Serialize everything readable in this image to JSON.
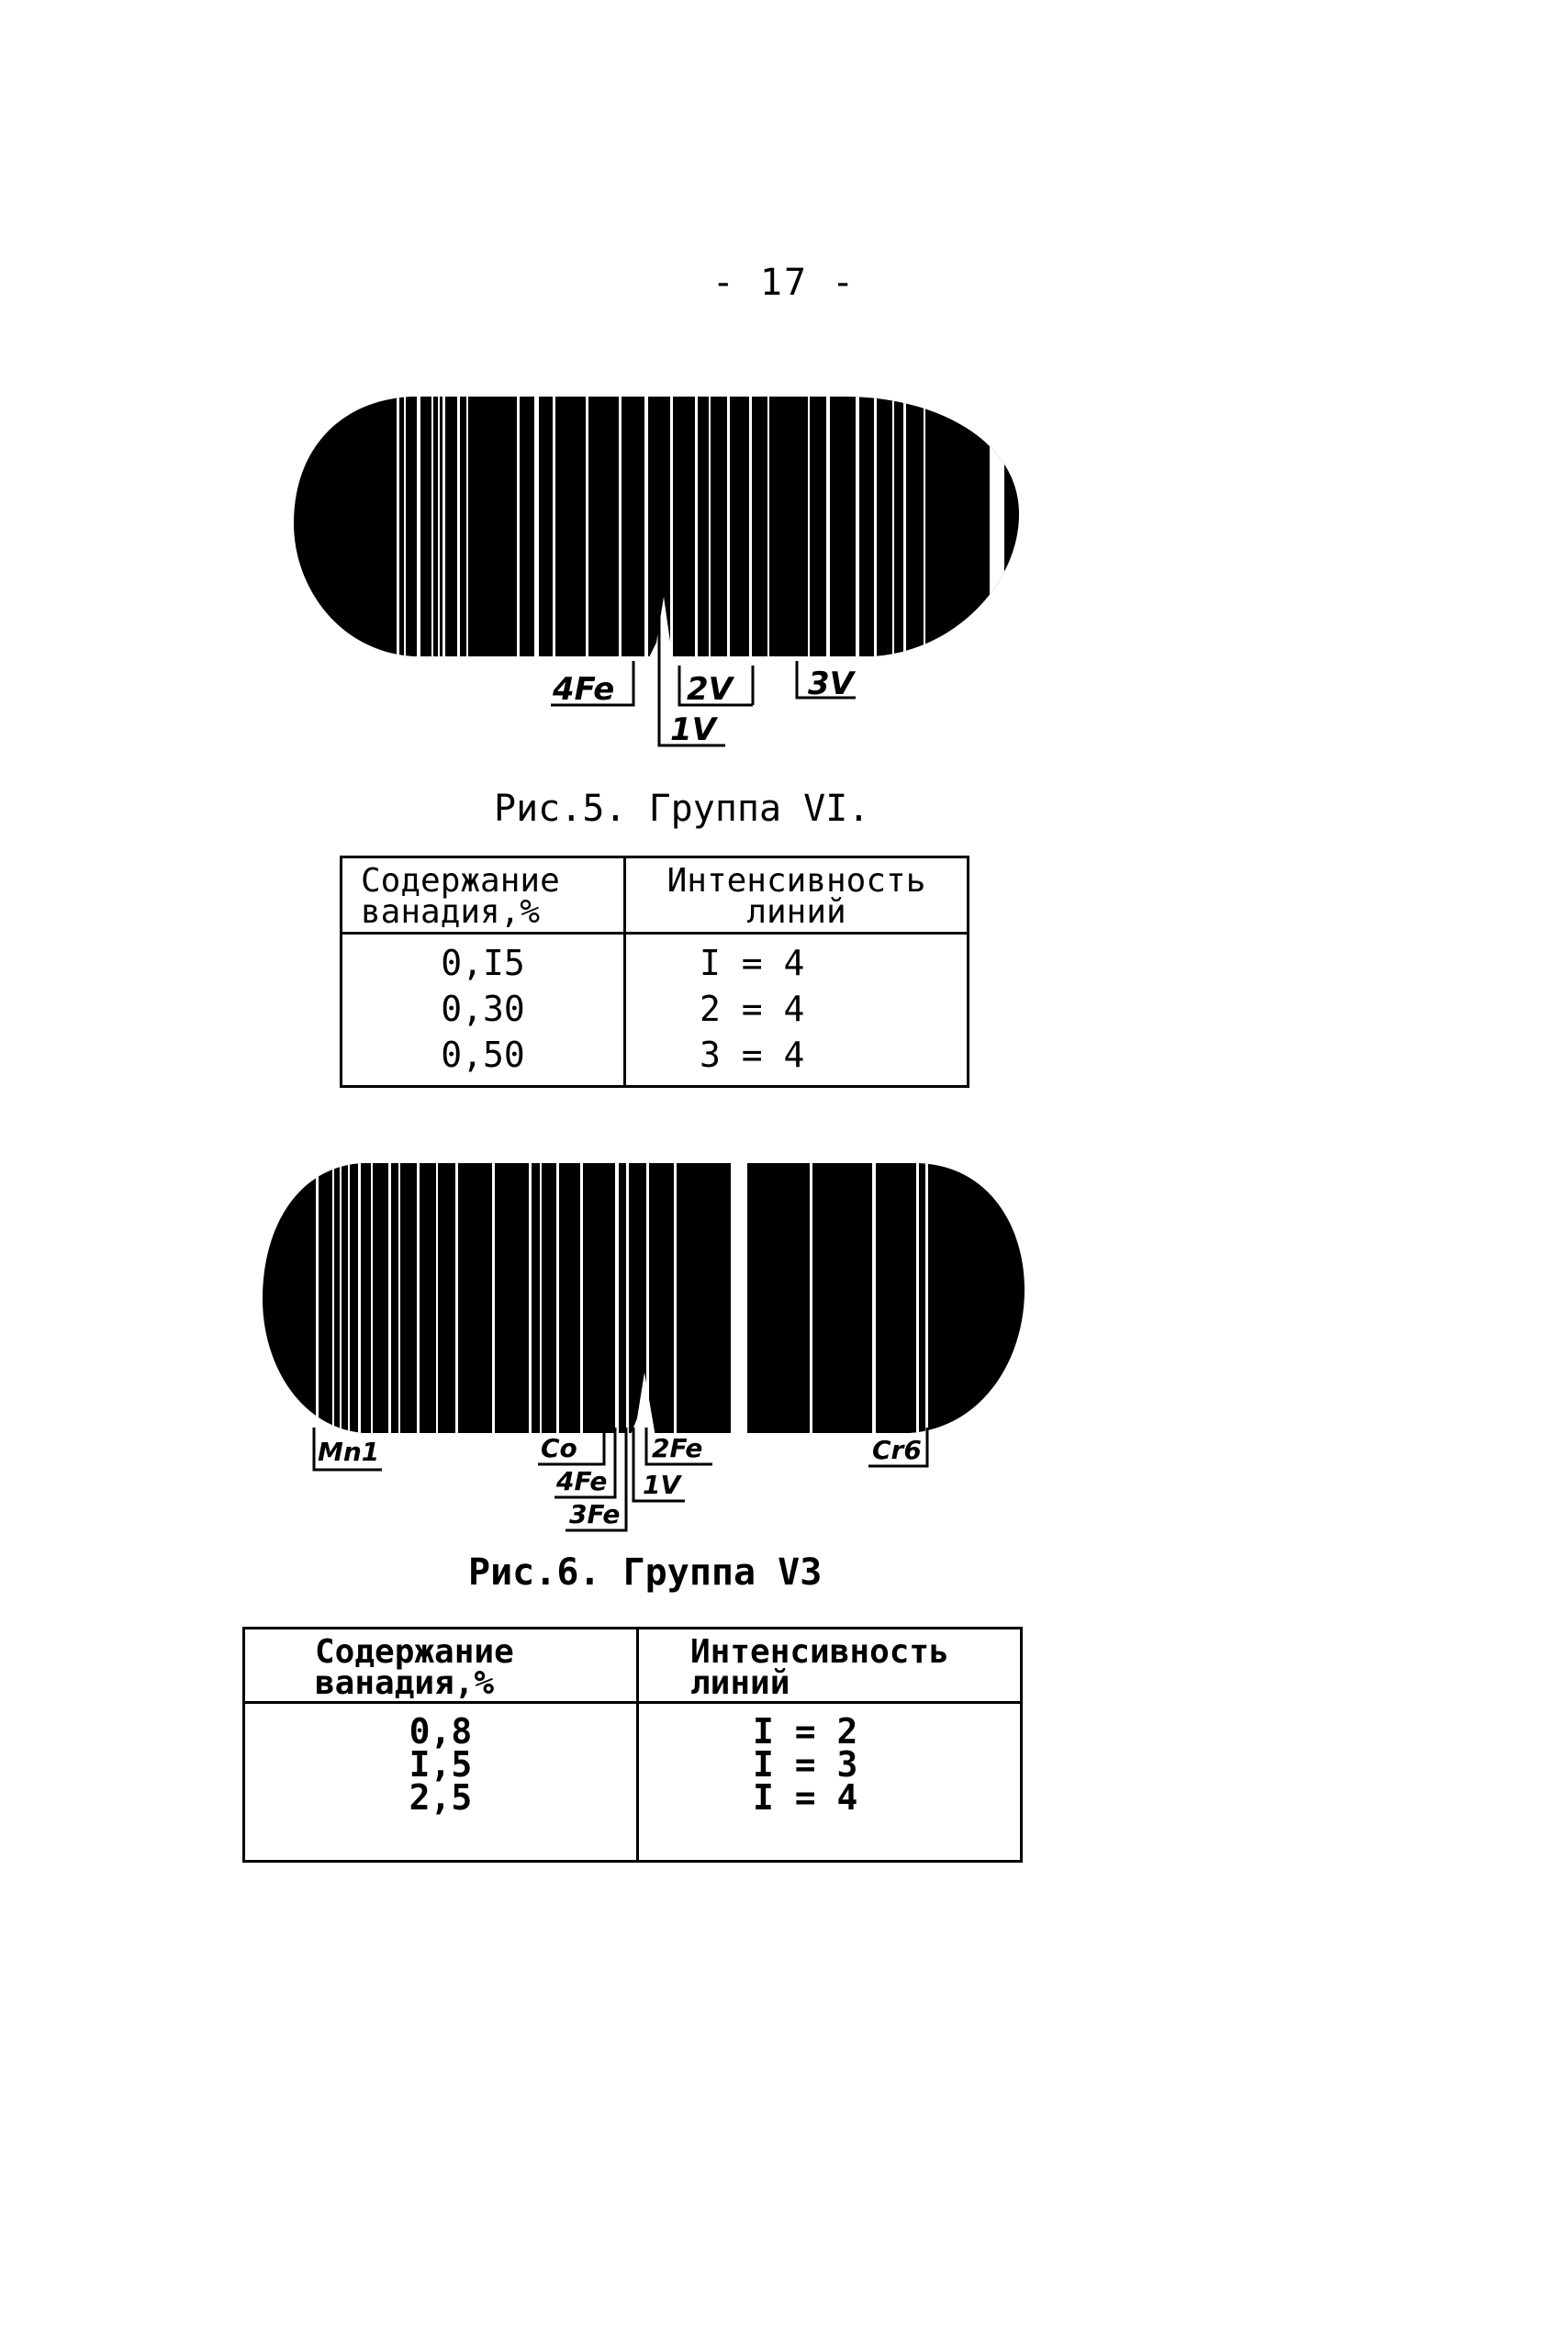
{
  "page_number": "- 17 -",
  "figure5": {
    "caption": "Рис.5. Группа VI.",
    "labels": {
      "fe4": "4Fe",
      "v2": "2V",
      "v3": "3V",
      "v1": "1V"
    }
  },
  "table1": {
    "header_col1": "Содержание ванадия,%",
    "header_col2": "Интенсивность линий",
    "rows": [
      {
        "content": "0,I5",
        "intensity": "I = 4"
      },
      {
        "content": "0,30",
        "intensity": "2 = 4"
      },
      {
        "content": "0,50",
        "intensity": "3 = 4"
      }
    ]
  },
  "figure6": {
    "caption": "Рис.6. Группа V3",
    "labels": {
      "mn1": "Mn1",
      "co": "Co",
      "fe4": "4Fe",
      "fe3": "3Fe",
      "fe2": "2Fe",
      "v1": "1V",
      "cr6": "Cr6"
    }
  },
  "table2": {
    "header_col1": "Содержание ванадия,%",
    "header_col2": "Интенсивность линий",
    "rows": [
      {
        "content": "0,8",
        "intensity": "I = 2"
      },
      {
        "content": "I,5",
        "intensity": "I = 3"
      },
      {
        "content": "2,5",
        "intensity": "I = 4"
      }
    ]
  }
}
